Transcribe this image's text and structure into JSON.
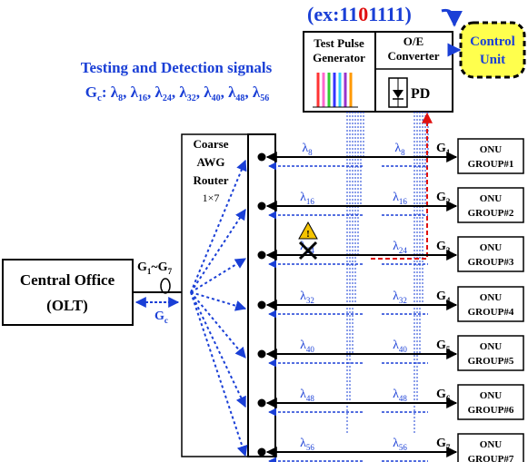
{
  "header": {
    "title": "Testing and Detection signals",
    "gc_prefix": "G",
    "gc_sub": "c",
    "gc_lambdas": [
      {
        "sym": "λ",
        "sub": "8"
      },
      {
        "sym": "λ",
        "sub": "16"
      },
      {
        "sym": "λ",
        "sub": "24"
      },
      {
        "sym": "λ",
        "sub": "32"
      },
      {
        "sym": "λ",
        "sub": "40"
      },
      {
        "sym": "λ",
        "sub": "48"
      },
      {
        "sym": "λ",
        "sub": "56"
      }
    ]
  },
  "example_code": {
    "prefix": "(ex:11",
    "highlight": "0",
    "suffix": "1111)"
  },
  "blocks": {
    "test_pulse_generator": {
      "line1": "Test Pulse",
      "line2": "Generator"
    },
    "oe_converter": {
      "line1": "O/E",
      "line2": "Converter"
    },
    "pd": "PD",
    "control_unit": {
      "line1": "Control",
      "line2": "Unit"
    },
    "awg": {
      "line1": "Coarse",
      "line2": "AWG",
      "line3": "Router",
      "line4": "1×7"
    },
    "central_office": {
      "line1": "Central Office",
      "line2": "(OLT)"
    }
  },
  "trunk_labels": {
    "g_range_a": "G",
    "g_range_a_sub": "1",
    "tilde": "~",
    "g_range_b": "G",
    "g_range_b_sub": "7",
    "gc": "G",
    "gc_sub": "c"
  },
  "branches": [
    {
      "lambda_sub": "8",
      "g_sub": "1",
      "onu_line1": "ONU",
      "onu_line2": "GROUP#1"
    },
    {
      "lambda_sub": "16",
      "g_sub": "2",
      "onu_line1": "ONU",
      "onu_line2": "GROUP#2"
    },
    {
      "lambda_sub": "24",
      "g_sub": "3",
      "onu_line1": "ONU",
      "onu_line2": "GROUP#3"
    },
    {
      "lambda_sub": "32",
      "g_sub": "4",
      "onu_line1": "ONU",
      "onu_line2": "GROUP#4"
    },
    {
      "lambda_sub": "40",
      "g_sub": "5",
      "onu_line1": "ONU",
      "onu_line2": "GROUP#5"
    },
    {
      "lambda_sub": "48",
      "g_sub": "6",
      "onu_line1": "ONU",
      "onu_line2": "GROUP#6"
    },
    {
      "lambda_sub": "56",
      "g_sub": "7",
      "onu_line1": "ONU",
      "onu_line2": "GROUP#7"
    }
  ],
  "symbols": {
    "lambda": "λ",
    "g": "G",
    "warning": "!"
  },
  "colors": {
    "blue": "#1a3fd6",
    "red": "#e01010",
    "control_fill": "#ffff4d",
    "black": "#000000"
  }
}
